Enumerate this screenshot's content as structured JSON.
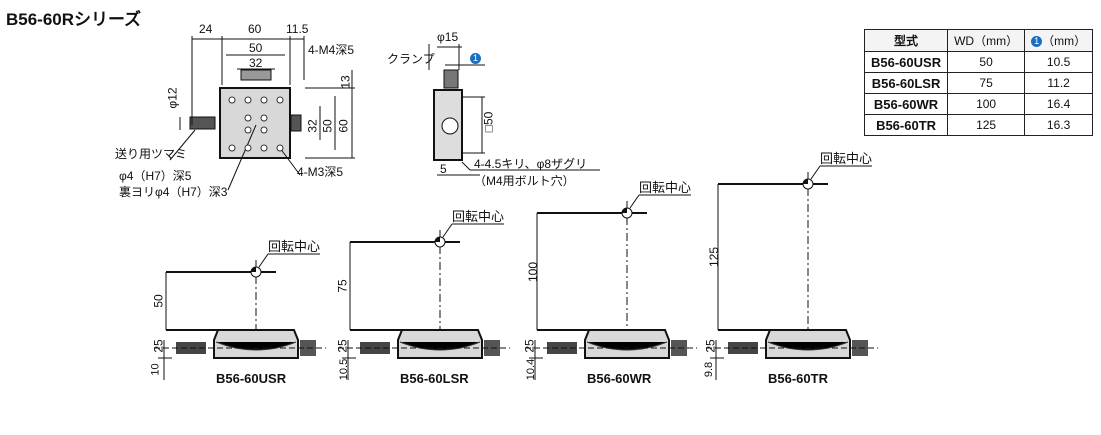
{
  "title": "B56-60Rシリーズ",
  "colors": {
    "accent": "#1a6fc4",
    "stage": "#d8d8d8"
  },
  "top_view": {
    "dims": [
      "24",
      "60",
      "11.5",
      "50",
      "32",
      "4-M4深5",
      "13",
      "φ12",
      "32",
      "50",
      "60"
    ],
    "callouts": [
      "送り用ツマミ",
      "φ4（H7）深5",
      "裏ヨリφ4（H7）深3",
      "4-M3深5"
    ]
  },
  "side_view": {
    "dims": [
      "φ15",
      "□50",
      "5"
    ],
    "callouts": [
      "クランプ",
      "4-4.5キリ、φ8ザグリ",
      "（M4用ボルト穴）"
    ],
    "marker": "1"
  },
  "table": {
    "headers": [
      "型式",
      "WD（mm）",
      "（mm）"
    ],
    "marker": "1",
    "rows": [
      [
        "B56-60USR",
        "50",
        "10.5"
      ],
      [
        "B56-60LSR",
        "75",
        "11.2"
      ],
      [
        "B56-60WR",
        "100",
        "16.4"
      ],
      [
        "B56-60TR",
        "125",
        "16.3"
      ]
    ]
  },
  "rotation_center_label": "回転中心",
  "models": [
    {
      "name": "B56-60USR",
      "wd": "50",
      "base": "25",
      "offset": "10"
    },
    {
      "name": "B56-60LSR",
      "wd": "75",
      "base": "25",
      "offset": "10.5"
    },
    {
      "name": "B56-60WR",
      "wd": "100",
      "base": "25",
      "offset": "10.4"
    },
    {
      "name": "B56-60TR",
      "wd": "125",
      "base": "25",
      "offset": "9.8"
    }
  ]
}
